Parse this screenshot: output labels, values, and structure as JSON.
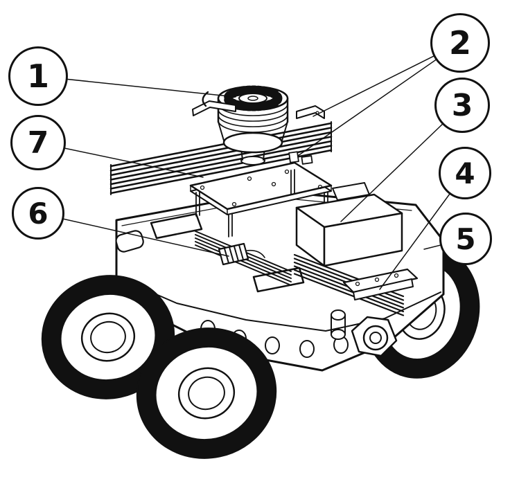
{
  "figure": {
    "type": "technical-diagram",
    "description": "Isometric line drawing of a four-wheeled field robot with numbered part callouts",
    "colors": {
      "line": "#111111",
      "background": "#ffffff"
    },
    "callouts": [
      {
        "label": "1"
      },
      {
        "label": "2"
      },
      {
        "label": "3"
      },
      {
        "label": "4"
      },
      {
        "label": "5"
      },
      {
        "label": "6"
      },
      {
        "label": "7"
      }
    ]
  }
}
